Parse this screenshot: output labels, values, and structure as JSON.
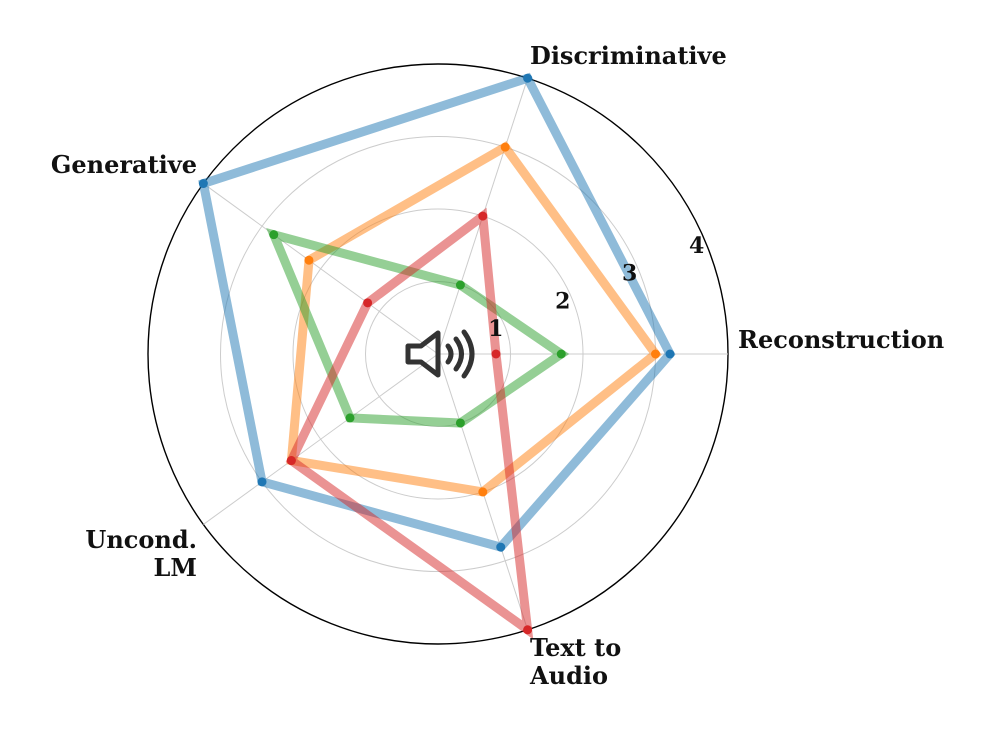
{
  "chart_data": {
    "type": "radar",
    "axes": [
      {
        "label": [
          "Reconstruction"
        ]
      },
      {
        "label": [
          "Discriminative"
        ]
      },
      {
        "label": [
          "Generative"
        ]
      },
      {
        "label": [
          "Uncond.",
          "LM"
        ]
      },
      {
        "label": [
          "Text to",
          "Audio"
        ]
      }
    ],
    "rlim": [
      0,
      4
    ],
    "ticks": [
      1,
      2,
      3,
      4
    ],
    "tick_labels": [
      "1",
      "2",
      "3",
      "4"
    ],
    "grid": true,
    "series": [
      {
        "color": "#1f77b4",
        "values": [
          3.2,
          4.0,
          4.0,
          3.0,
          2.8
        ]
      },
      {
        "color": "#ff7f0e",
        "values": [
          3.0,
          3.0,
          2.2,
          2.5,
          2.0
        ]
      },
      {
        "color": "#2ca02c",
        "values": [
          1.7,
          1.0,
          2.8,
          1.5,
          1.0
        ]
      },
      {
        "color": "#d62728",
        "values": [
          0.8,
          2.0,
          1.2,
          2.5,
          4.0
        ]
      }
    ],
    "center_icon": "speaker-icon"
  }
}
